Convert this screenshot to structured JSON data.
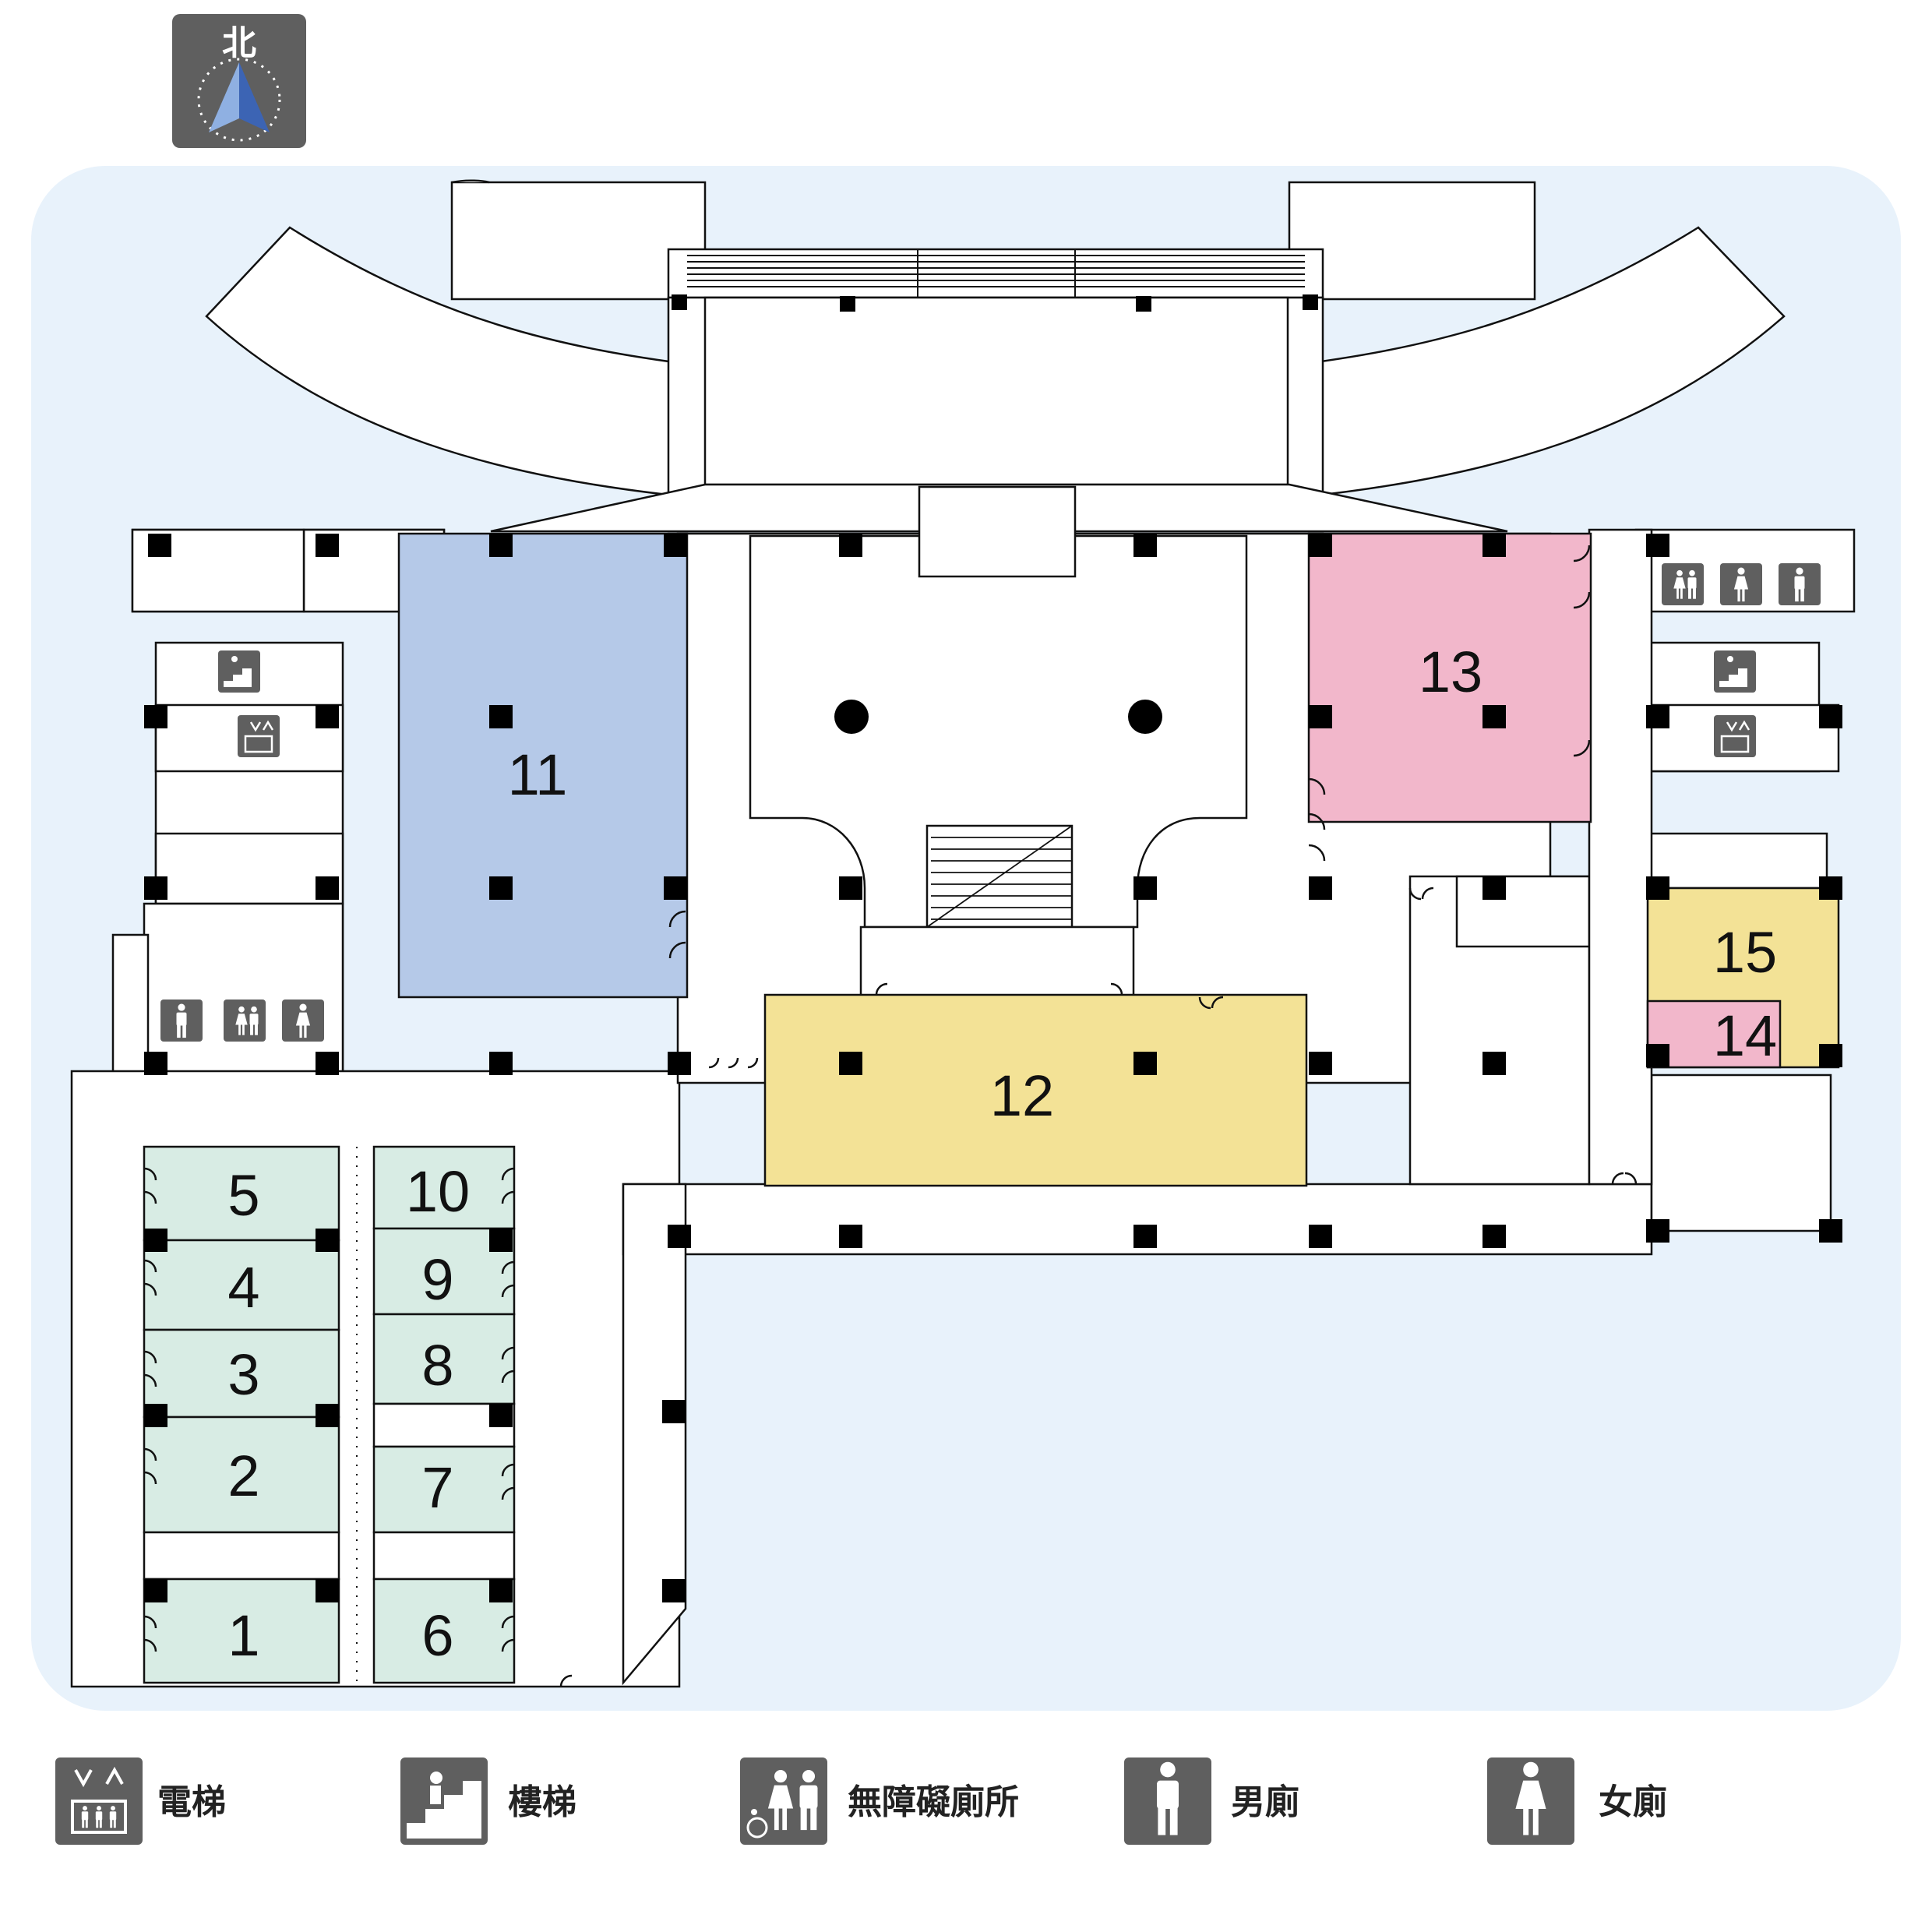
{
  "compass": {
    "label": "北",
    "icon": "north-arrow-icon"
  },
  "rooms": [
    {
      "number": "1",
      "color": "#d8ece4"
    },
    {
      "number": "2",
      "color": "#d8ece4"
    },
    {
      "number": "3",
      "color": "#d8ece4"
    },
    {
      "number": "4",
      "color": "#d8ece4"
    },
    {
      "number": "5",
      "color": "#d8ece4"
    },
    {
      "number": "6",
      "color": "#d8ece4"
    },
    {
      "number": "7",
      "color": "#d8ece4"
    },
    {
      "number": "8",
      "color": "#d8ece4"
    },
    {
      "number": "9",
      "color": "#d8ece4"
    },
    {
      "number": "10",
      "color": "#d8ece4"
    },
    {
      "number": "11",
      "color": "#b5c9e8"
    },
    {
      "number": "12",
      "color": "#f3e296"
    },
    {
      "number": "13",
      "color": "#f2b7cb"
    },
    {
      "number": "14",
      "color": "#f2b7cb"
    },
    {
      "number": "15",
      "color": "#f3e296"
    }
  ],
  "legend": [
    {
      "icon": "elevator-icon",
      "label": "電梯"
    },
    {
      "icon": "stairs-icon",
      "label": "樓梯"
    },
    {
      "icon": "accessible-restroom-icon",
      "label": "無障礙廁所"
    },
    {
      "icon": "mens-restroom-icon",
      "label": "男廁"
    },
    {
      "icon": "womens-restroom-icon",
      "label": "女廁"
    }
  ],
  "colors": {
    "background": "#e8f2fb",
    "icon_bg": "#5f5f5f",
    "wall": "#111111",
    "column": "#000000",
    "arrow": "#6f93d3"
  }
}
